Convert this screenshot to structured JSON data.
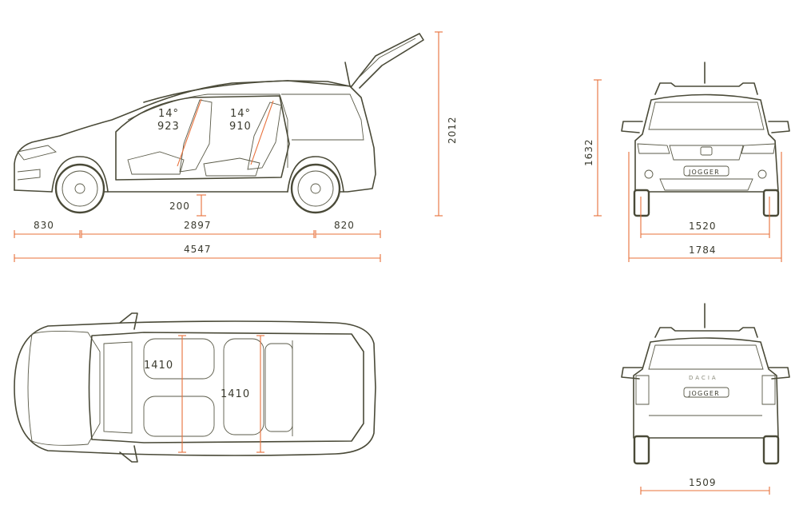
{
  "colors": {
    "accent": "#e8703a",
    "line": "#4a4a38",
    "text": "#3a3a2e",
    "background": "#ffffff"
  },
  "side_view": {
    "front_overhang": "830",
    "wheelbase": "2897",
    "rear_overhang": "820",
    "overall_length": "4547",
    "ground_clearance": "200",
    "height_tailgate_open": "2012",
    "row1_angle": "14°",
    "row1_value": "923",
    "row2_angle": "14°",
    "row2_value": "910"
  },
  "front_view": {
    "height": "1632",
    "front_track": "1520",
    "overall_width": "1784",
    "grille_badge": "JOGGER"
  },
  "top_view": {
    "row1_width": "1410",
    "row2_width": "1410"
  },
  "rear_view": {
    "rear_track": "1509",
    "brand_lettering": "DACIA",
    "tailgate_badge": "JOGGER"
  }
}
